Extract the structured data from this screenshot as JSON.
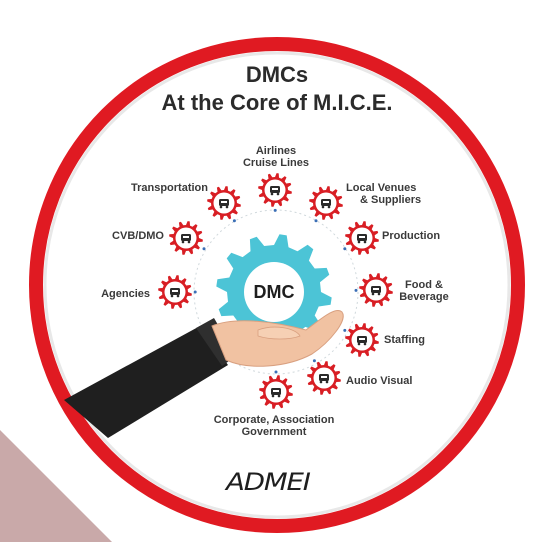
{
  "title": {
    "line1": "DMCs",
    "line2": "At the Core of M.I.C.E."
  },
  "center": {
    "label": "DMC"
  },
  "nodes": [
    {
      "key": "airlines",
      "line1": "Airlines",
      "line2": "Cruise Lines",
      "icon": "plane-anchor-icon"
    },
    {
      "key": "local-venues",
      "line1": "Local Venues",
      "line2": "& Suppliers",
      "icon": "building-icon"
    },
    {
      "key": "production",
      "line1": "Production",
      "line2": "",
      "icon": "lightbulb-icon"
    },
    {
      "key": "food-beverage",
      "line1": "Food &",
      "line2": "Beverage",
      "icon": "cloche-icon"
    },
    {
      "key": "staffing",
      "line1": "Staffing",
      "line2": "",
      "icon": "people-icon"
    },
    {
      "key": "audio-visual",
      "line1": "Audio Visual",
      "line2": "",
      "icon": "presentation-screen-icon"
    },
    {
      "key": "corporate",
      "line1": "Corporate, Association",
      "line2": "Government",
      "icon": "office-tower-icon"
    },
    {
      "key": "agencies",
      "line1": "Agencies",
      "line2": "",
      "icon": "group-icon"
    },
    {
      "key": "cvb-dmo",
      "line1": "CVB/DMO",
      "line2": "",
      "icon": "beach-umbrella-icon"
    },
    {
      "key": "transportation",
      "line1": "Transportation",
      "line2": "",
      "icon": "bus-icon"
    }
  ],
  "logo": {
    "text": "ADMEI"
  },
  "colors": {
    "ring": "#e01a22",
    "gear": "#4cc4d6",
    "node": "#d81e24",
    "sleeve": "#1f1f1f",
    "skin": "#f1c2a2",
    "corner": "#c9a9a9"
  }
}
